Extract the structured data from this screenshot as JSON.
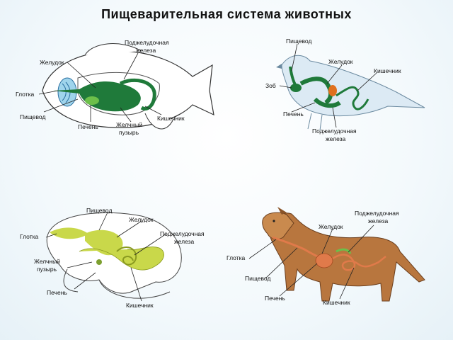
{
  "title": "Пищеварительная система животных",
  "fish": {
    "pancreas": [
      "Поджелудочная",
      "железа"
    ],
    "stomach": "Желудок",
    "pharynx": "Глотка",
    "esophagus": "Пищевод",
    "liver": "Печень",
    "gallbladder": [
      "Желчный",
      "пузырь"
    ],
    "intestine": "Кишечник"
  },
  "bird": {
    "esophagus": "Пищевод",
    "stomach": "Желудок",
    "intestine": "Кишечник",
    "crop": "Зоб",
    "liver": "Печень",
    "pancreas": [
      "Поджелудочная",
      "железа"
    ]
  },
  "frog": {
    "esophagus": "Пищевод",
    "stomach": "Желудок",
    "pharynx": "Глотка",
    "pancreas": [
      "Поджелудочная",
      "железа"
    ],
    "gallbladder": [
      "Желчный",
      "пузырь"
    ],
    "liver": "Печень",
    "intestine": "Кишечник"
  },
  "dog": {
    "pancreas": [
      "Поджелудочная",
      "железа"
    ],
    "stomach": "Желудок",
    "pharynx": "Глотка",
    "esophagus": "Пищевод",
    "liver": "Печень",
    "intestine": "Кишечник"
  },
  "colors": {
    "organ_green": "#1f7a3a",
    "organ_light": "#6cbf4a",
    "frog_organ": "#c9d84a",
    "dog_organ": "#e07a4a",
    "fish_body": "#ffffff",
    "bird_body": "#dceaf4",
    "dog_body": "#b8763e"
  }
}
